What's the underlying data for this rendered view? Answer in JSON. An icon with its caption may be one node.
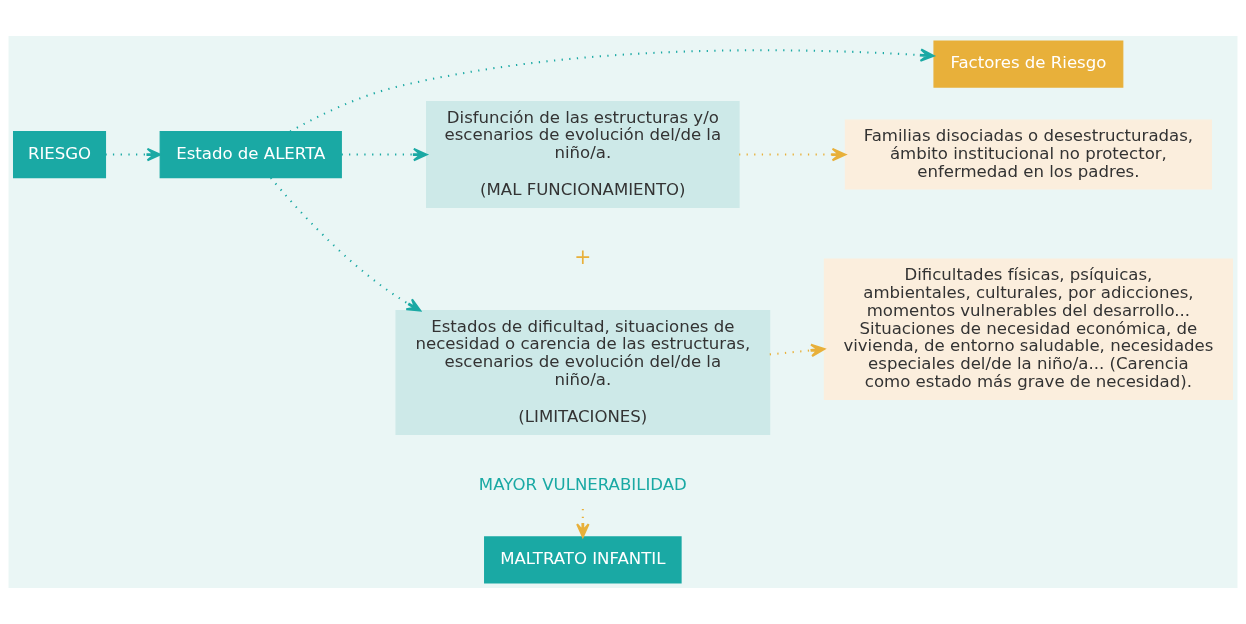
{
  "diagram": {
    "nodes": [
      {
        "text": [
          "RIESGO"
        ]
      },
      {
        "text": [
          "Estado de ALERTA"
        ]
      },
      {
        "text": [
          "Factores de Riesgo"
        ]
      },
      {
        "text": [
          "Disfunción de las estructuras y/o escenarios de evolución del/de la niño/a.",
          "(MAL FUNCIONAMIENTO)"
        ]
      },
      {
        "text": [
          "Familias disociadas o desestructuradas, ámbito institucional no protector, enfermedad en los padres."
        ]
      },
      {
        "text": [
          "Estados de dificultad, situaciones de necesidad o carencia de las estructuras, escenarios de evolución del/de la niño/a.",
          "(LIMITACIONES)"
        ]
      },
      {
        "text": [
          "Dificultades físicas, psíquicas, ambientales, culturales, por adicciones, momentos vulnerables del desarrollo... Situaciones de necesidad económica, de vivienda, de entorno saludable, necesidades especiales del/de la niño/a... (Carencia como estado más grave de necesidad)."
        ]
      },
      {
        "text": [
          "MAYOR VULNERABILIDAD"
        ]
      },
      {
        "text": [
          "MALTRATO INFANTIL"
        ]
      }
    ],
    "edges": [
      {
        "from": 0,
        "to": 1,
        "arrow": "to"
      },
      {
        "from": 1,
        "to": 2,
        "arrow": "to"
      },
      {
        "from": 1,
        "to": 3,
        "arrow": "to"
      },
      {
        "from": 1,
        "to": 5,
        "arrow": "to"
      },
      {
        "from": 3,
        "to": 4,
        "arrow": "to",
        "color": "#e8b03a"
      },
      {
        "from": 5,
        "to": 6,
        "arrow": "to",
        "color": "#e8b03a"
      },
      {
        "from": 7,
        "to": 8,
        "arrow": "to",
        "color": "#e8b03a"
      }
    ],
    "labels": [
      "+"
    ]
  }
}
